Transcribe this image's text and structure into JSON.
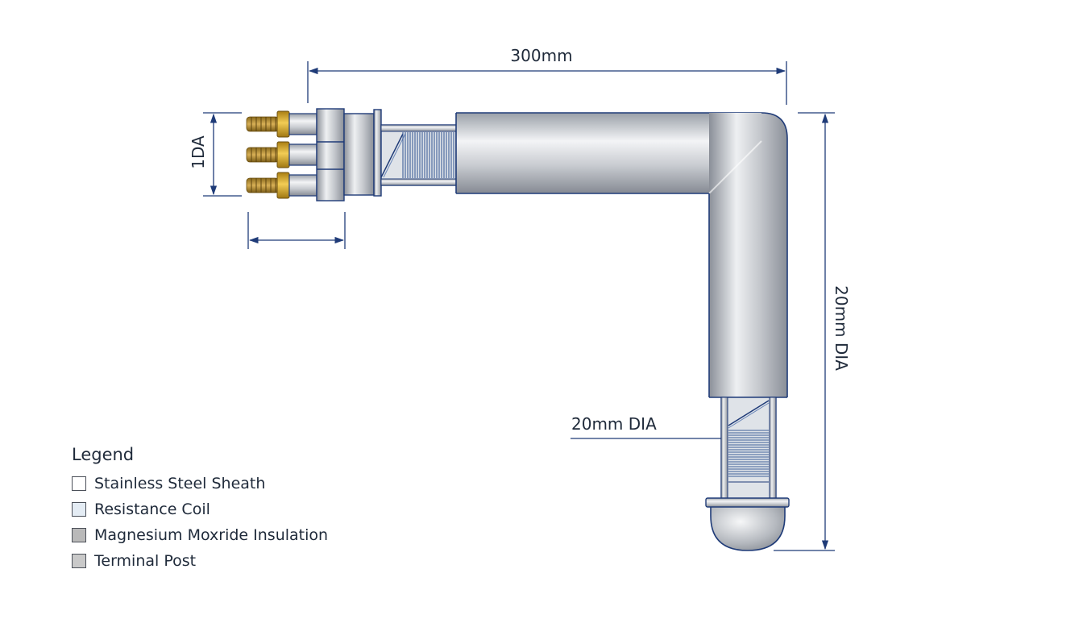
{
  "dimensions": {
    "top_length": "300mm",
    "terminal_label": "1DA",
    "right_label": "20mm DIA",
    "bottom_label": "20mm DIA"
  },
  "legend": {
    "title": "Legend",
    "items": [
      {
        "label": "Stainless Steel Sheath",
        "color": "#ffffff"
      },
      {
        "label": "Resistance Coil",
        "color": "#e4ecf4"
      },
      {
        "label": "Magnesium Moxride Insulation",
        "color": "#b9b9b9"
      },
      {
        "label": "Terminal Post",
        "color": "#c9c9c9"
      }
    ]
  },
  "colors": {
    "outline": "#1f3b78",
    "steel_light": "#f1f2f4",
    "steel_dark": "#8f949c",
    "brass": "#d9a520"
  }
}
